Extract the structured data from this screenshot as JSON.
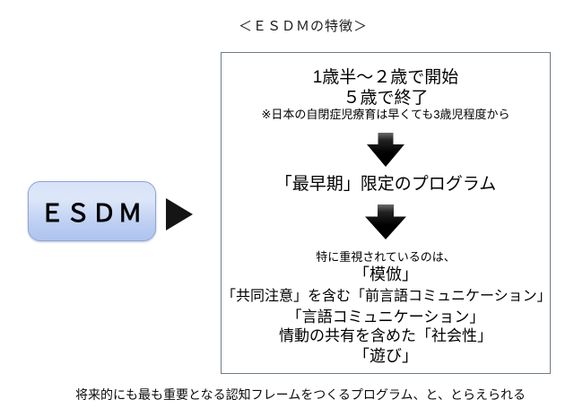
{
  "page": {
    "title": "＜ＥＳＤＭの特徴＞",
    "footer_note": "将来的にも最も重要となる認知フレームをつくるプログラム、と、とらえられる",
    "background": "#ffffff"
  },
  "esdm_node": {
    "label": "ＥＳＤＭ",
    "fill_top": "#d8e2f8",
    "fill_bottom": "#aec3ef",
    "border_color": "#8fa5d8"
  },
  "icons": {
    "right_arrow": "▶",
    "down_arrow": "⬇"
  },
  "feature_box": {
    "border_color": "#6f7c88",
    "age_line1": "1歳半～２歳で開始",
    "age_line2": "５歳で終了",
    "age_note": "※日本の自閉症児療育は早くても3歳児程度から",
    "program_line": "「最早期」限定のプログラム",
    "emphasis_intro": "特に重視されているのは、",
    "emphasis_items": [
      "「模倣」",
      "「共同注意」を含む「前言語コミュニケーション」",
      "「言語コミュニケーション」",
      "情動の共有を含めた「社会性」",
      "「遊び」"
    ]
  },
  "colors": {
    "arrow_black": "#151515",
    "text": "#000000",
    "background": "#ffffff"
  }
}
